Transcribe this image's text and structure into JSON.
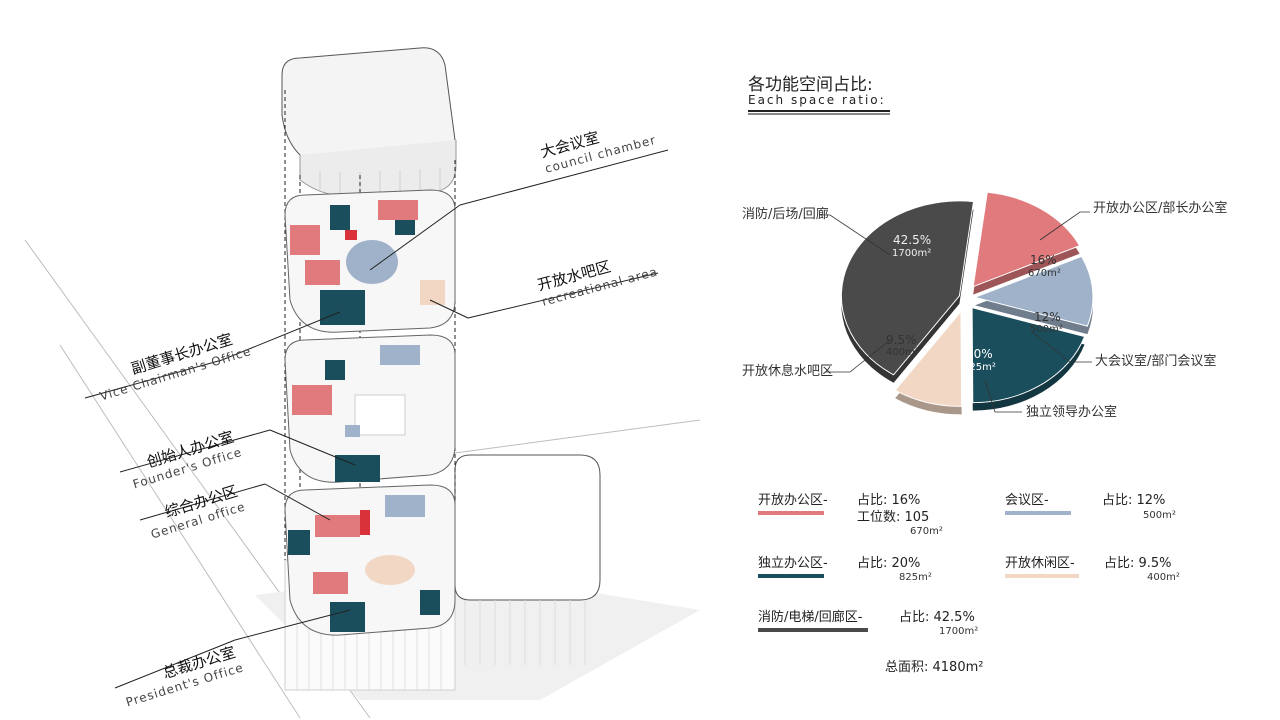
{
  "title_cn": "各功能空间占比:",
  "title_en": "Each space ratio:",
  "floor_labels": [
    {
      "cn": "大会议室",
      "en": "council chamber"
    },
    {
      "cn": "开放水吧区",
      "en": "recreational area"
    },
    {
      "cn": "副董事长办公室",
      "en": "Vice Chairman's Office"
    },
    {
      "cn": "创始人办公室",
      "en": "Founder's Office"
    },
    {
      "cn": "综合办公区",
      "en": "General office"
    },
    {
      "cn": "总裁办公室",
      "en": "President's Office"
    }
  ],
  "colors": {
    "red": "#e07a7d",
    "dark_red": "#c0303a",
    "blue": "#9fb2c9",
    "dark_blue": "#4f6a8f",
    "teal": "#1b4e5c",
    "peach": "#f1d7c4",
    "grey": "#4a4a4a",
    "accent_red": "#d9323a",
    "accent_blue": "#3a5fa8",
    "building_line": "#888888"
  },
  "chart_data": {
    "type": "pie",
    "slices": [
      {
        "label": "开放办公区/部长办公室",
        "percent_text": "16%",
        "area_text": "670m²",
        "value": 16,
        "color": "#e07a7d"
      },
      {
        "label": "大会议室/部门会议室",
        "percent_text": "12%",
        "area_text": "500m²",
        "value": 12,
        "color": "#9fb2c9"
      },
      {
        "label": "独立领导办公室",
        "percent_text": "20%",
        "area_text": "825m²",
        "value": 20,
        "color": "#1b4e5c"
      },
      {
        "label": "开放休息水吧区",
        "percent_text": "9.5%",
        "area_text": "400m²",
        "value": 9.5,
        "color": "#f1d7c4"
      },
      {
        "label": "消防/后场/回廊",
        "percent_text": "42.5%",
        "area_text": "1700m²",
        "value": 42.5,
        "color": "#4a4a4a"
      }
    ]
  },
  "legend": {
    "items": [
      {
        "name": "开放办公区-",
        "ratio": "占比: 16%",
        "extra": "工位数: 105",
        "area": "670m²",
        "color": "#e07a7d"
      },
      {
        "name": "会议区-",
        "ratio": "占比: 12%",
        "area": "500m²",
        "color": "#9fb2c9"
      },
      {
        "name": "独立办公区-",
        "ratio": "占比: 20%",
        "area": "825m²",
        "color": "#1b4e5c"
      },
      {
        "name": "开放休闲区-",
        "ratio": "占比: 9.5%",
        "area": "400m²",
        "color": "#f1d7c4"
      },
      {
        "name": "消防/电梯/回廊区-",
        "ratio": "占比: 42.5%",
        "area": "1700m²",
        "color": "#4a4a4a"
      }
    ],
    "total": "总面积: 4180m²"
  }
}
